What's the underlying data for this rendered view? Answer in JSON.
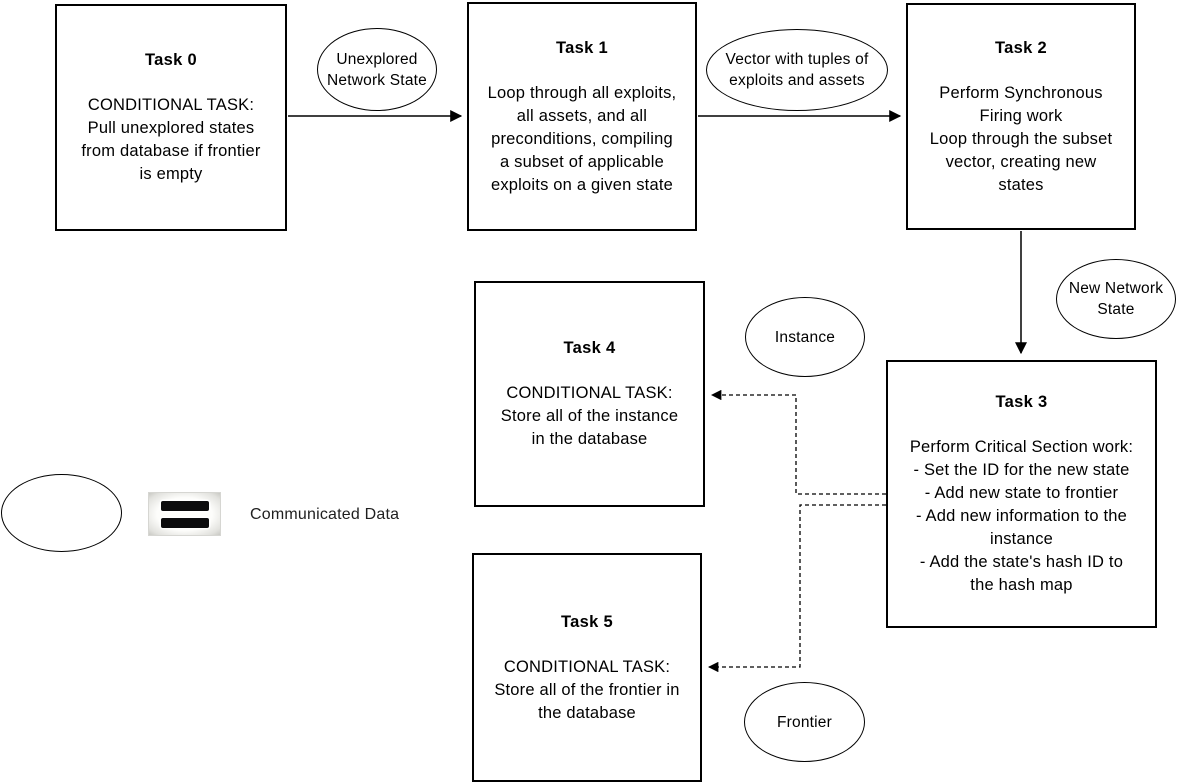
{
  "tasks": {
    "task0": {
      "title": "Task 0",
      "body": "CONDITIONAL TASK:\nPull unexplored states\nfrom database if frontier\nis empty"
    },
    "task1": {
      "title": "Task 1",
      "body": "Loop through all exploits,\nall assets, and all\npreconditions, compiling\na subset of applicable\nexploits on a given state"
    },
    "task2": {
      "title": "Task 2",
      "body": "Perform Synchronous\nFiring work\nLoop through the subset\nvector, creating new\nstates"
    },
    "task3": {
      "title": "Task 3",
      "body": "Perform Critical Section work:\n- Set the ID for the new state\n- Add new state to frontier\n- Add new information to the\ninstance\n- Add the state's hash ID to\nthe hash map"
    },
    "task4": {
      "title": "Task 4",
      "body": "CONDITIONAL TASK:\nStore all of the instance\nin the database"
    },
    "task5": {
      "title": "Task 5",
      "body": "CONDITIONAL TASK:\nStore all of the frontier in\nthe database"
    }
  },
  "data_labels": {
    "unexplored_network_state": "Unexplored\nNetwork State",
    "vector_tuples": "Vector with tuples of\nexploits and assets",
    "new_network_state": "New Network\nState",
    "instance": "Instance",
    "frontier": "Frontier"
  },
  "legend": {
    "label": "Communicated Data"
  },
  "colors": {
    "stroke": "#000000",
    "background": "#ffffff",
    "text": "#000000"
  }
}
